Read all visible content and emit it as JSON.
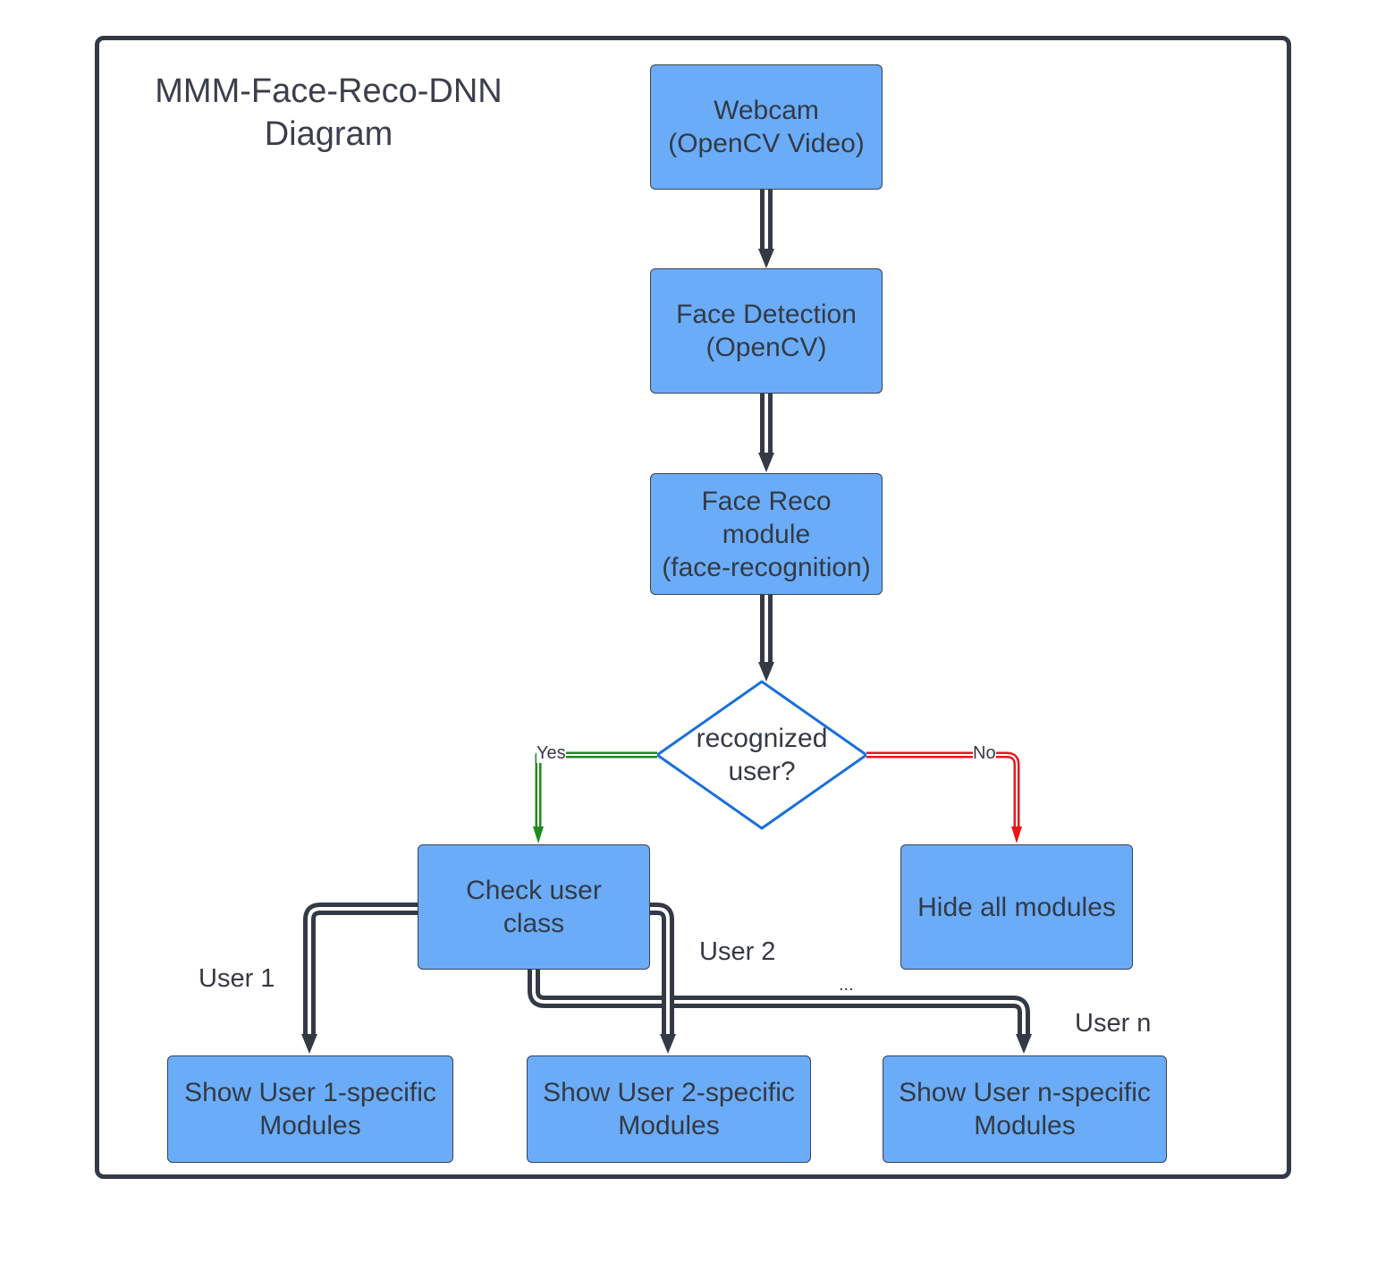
{
  "title": {
    "line1": "MMM-Face-Reco-DNN",
    "line2": "Diagram"
  },
  "nodes": {
    "webcam": {
      "line1": "Webcam",
      "line2": "(OpenCV Video)"
    },
    "face_detection": {
      "line1": "Face Detection",
      "line2": "(OpenCV)"
    },
    "face_reco": {
      "line1": "Face Reco",
      "line2": "module",
      "line3": "(face-recognition)"
    },
    "decision": {
      "line1": "recognized",
      "line2": "user?"
    },
    "check_user": {
      "line1": "Check user",
      "line2": "class"
    },
    "hide_all": {
      "line1": "Hide all modules"
    },
    "show_user1": {
      "line1": "Show User 1-specific",
      "line2": "Modules"
    },
    "show_user2": {
      "line1": "Show User 2-specific",
      "line2": "Modules"
    },
    "show_usern": {
      "line1": "Show User n-specific",
      "line2": "Modules"
    }
  },
  "edge_labels": {
    "yes": "Yes",
    "no": "No",
    "user1": "User 1",
    "user2": "User 2",
    "usern": "User n",
    "ellipsis": "..."
  },
  "colors": {
    "node_fill": "#6aacf8",
    "decision_stroke": "#1a6fdc",
    "connector": "#343a45",
    "yes_edge": "#1f8a1f",
    "no_edge": "#e8161b"
  }
}
